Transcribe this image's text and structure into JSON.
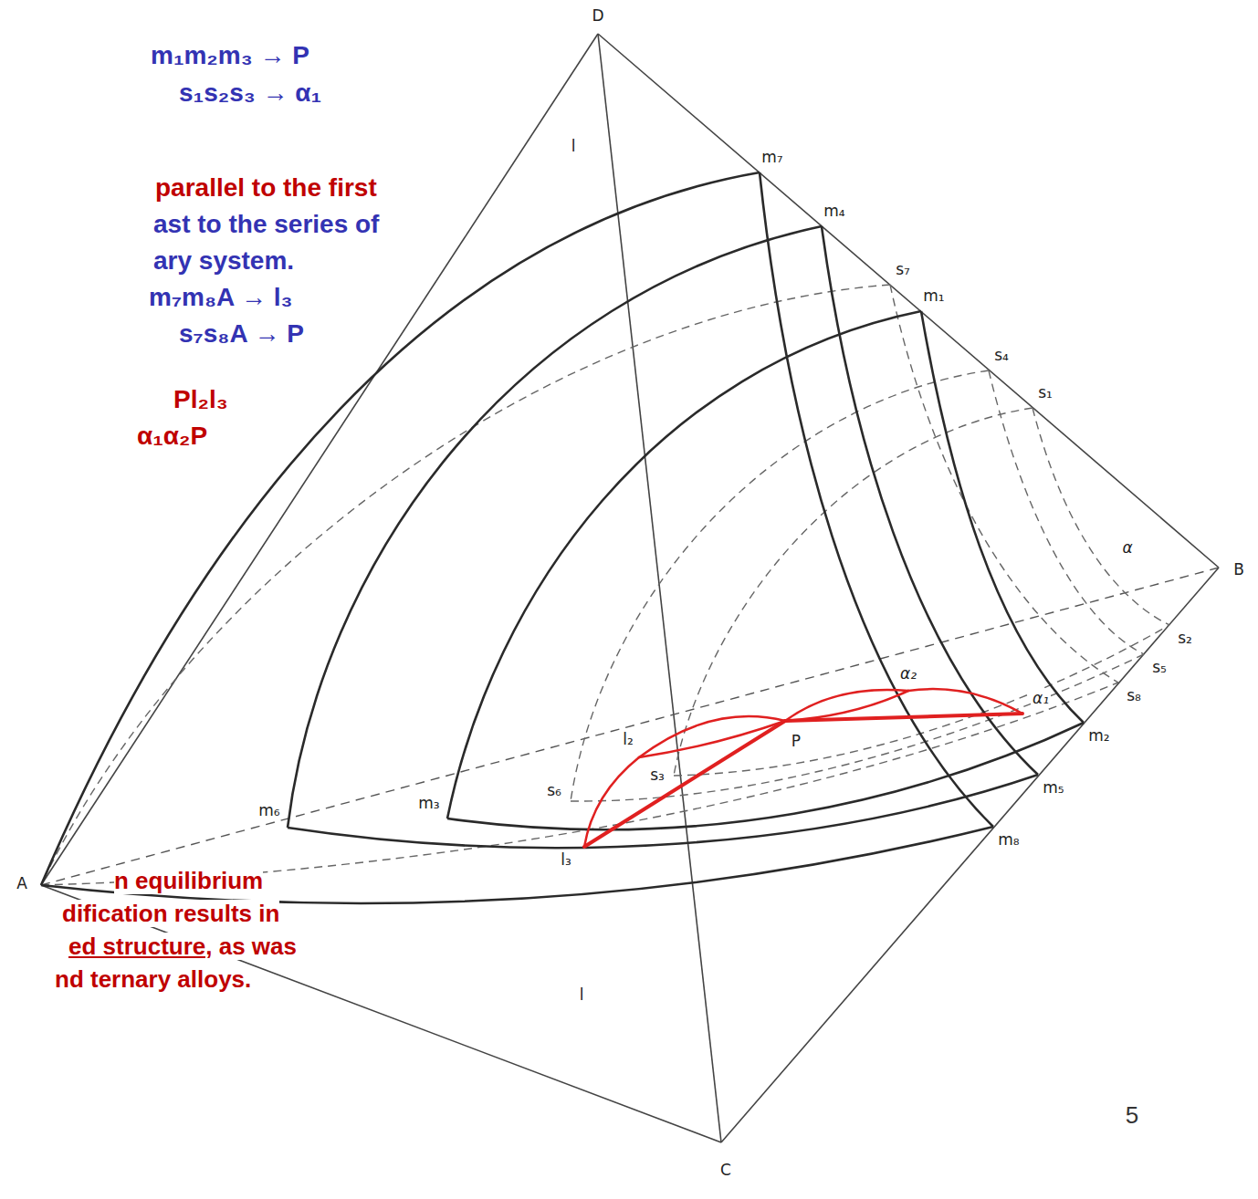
{
  "diagram": {
    "labels": [
      "m₁m₂m₃ → P",
      "s₁s₂s₃ → α₁",
      "parallel to the first",
      "ast to the series of",
      "ary system.",
      "m₇m₈A → l₃",
      "s₇s₈A → P",
      "Pl₂l₃",
      "α₁α₂P",
      "n equilibrium",
      "dification results in",
      "ed structure",
      ", as was",
      "nd ternary alloys.",
      "D",
      "m₇",
      "m₄",
      "s₇",
      "m₁",
      "s₄",
      "s₁",
      "l",
      "α",
      "α₂",
      "α₁",
      "B",
      "P",
      "l₂",
      "s₃",
      "s₆",
      "l₃",
      "m₃",
      "m₆",
      "A",
      "s₂",
      "s₅",
      "s₈",
      "m₂",
      "m₅",
      "m₈",
      "l",
      "C",
      "5"
    ]
  }
}
